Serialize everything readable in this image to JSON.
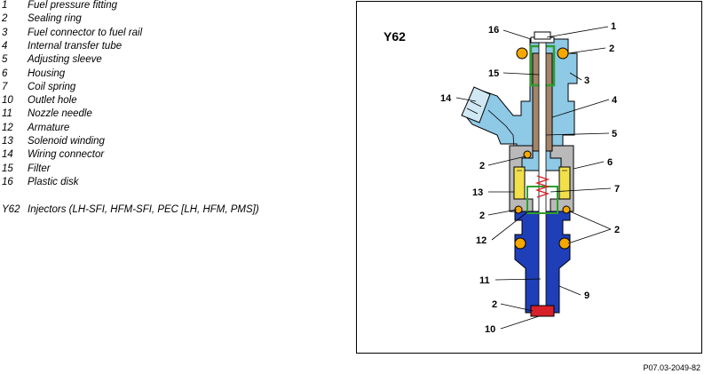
{
  "legend": {
    "items": [
      {
        "num": "1",
        "text": "Fuel pressure fitting"
      },
      {
        "num": "2",
        "text": "Sealing ring"
      },
      {
        "num": "3",
        "text": "Fuel connector to fuel rail"
      },
      {
        "num": "4",
        "text": "Internal transfer tube"
      },
      {
        "num": "5",
        "text": "Adjusting sleeve"
      },
      {
        "num": "6",
        "text": "Housing"
      },
      {
        "num": "7",
        "text": "Coil spring"
      },
      {
        "num": "10",
        "text": "Outlet hole"
      },
      {
        "num": "11",
        "text": "Nozzle needle"
      },
      {
        "num": "12",
        "text": "Armature"
      },
      {
        "num": "13",
        "text": "Solenoid winding"
      },
      {
        "num": "14",
        "text": "Wiring connector"
      },
      {
        "num": "15",
        "text": "Filter"
      },
      {
        "num": "16",
        "text": "Plastic disk"
      }
    ],
    "component": {
      "num": "Y62",
      "text": "Injectors (LH-SFI, HFM-SFI, PEC [LH, HFM, PMS])"
    }
  },
  "figure": {
    "id": "Y62",
    "callouts": [
      "16",
      "1",
      "2",
      "15",
      "3",
      "14",
      "4",
      "5",
      "2",
      "6",
      "13",
      "7",
      "2",
      "2",
      "12",
      "11",
      "9",
      "2",
      "10"
    ]
  },
  "reference": "P07.03-2049-82",
  "colors": {
    "connector_blue": "#8ec9e6",
    "body_blue": "#1f3fb8",
    "housing_grey": "#b9b9b9",
    "filter_green": "#2e9e2e",
    "tube_brown": "#a4856a",
    "seal_orange": "#f5a800",
    "coil_yellow": "#f2e04a",
    "disk_red": "#d8202a"
  }
}
